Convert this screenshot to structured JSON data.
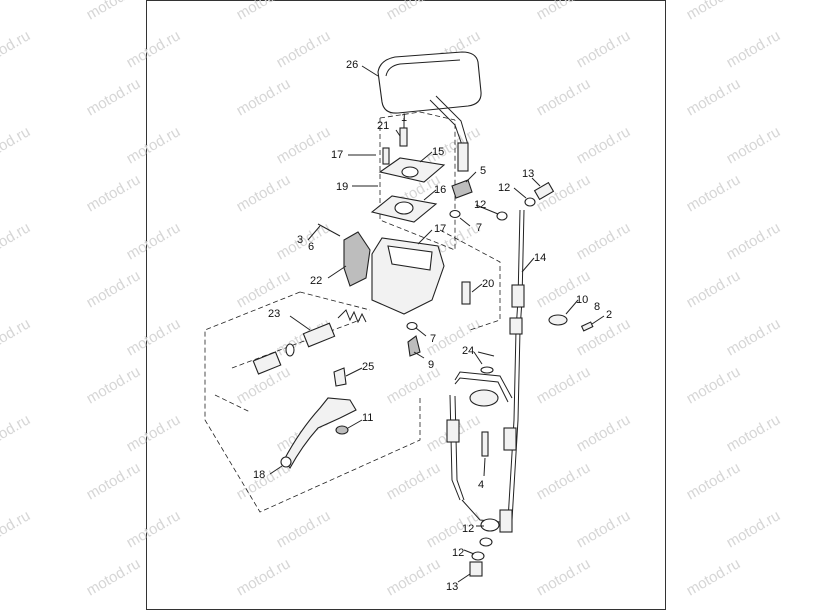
{
  "watermark": {
    "text": "motod.ru"
  },
  "part_labels": [
    "26",
    "1",
    "21",
    "15",
    "17",
    "19",
    "5",
    "13",
    "12",
    "16",
    "12",
    "7",
    "3",
    "6",
    "17",
    "22",
    "14",
    "20",
    "10",
    "8",
    "2",
    "23",
    "7",
    "9",
    "24",
    "25",
    "11",
    "18",
    "4",
    "12",
    "12",
    "13"
  ]
}
